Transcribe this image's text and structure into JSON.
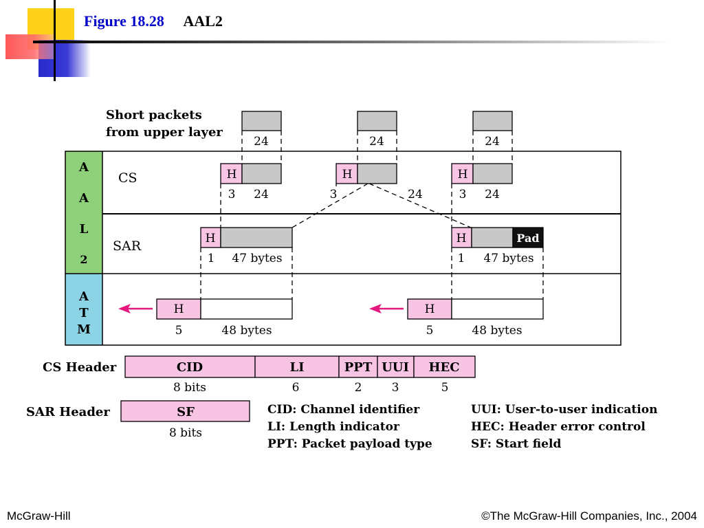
{
  "slide": {
    "figure_label": "Figure 18.28",
    "figure_name": "AAL2",
    "footer_left": "McGraw-Hill",
    "footer_right": "©The McGraw-Hill Companies, Inc., 2004"
  },
  "diagram": {
    "short_packets_line1": "Short packets",
    "short_packets_line2": "from upper layer",
    "aal2_letters": [
      "A",
      "A",
      "L",
      "2"
    ],
    "atm_letters": [
      "A",
      "T",
      "M"
    ],
    "layers": {
      "cs": "CS",
      "sar": "SAR"
    },
    "packet_size": "24",
    "header_symbol": "H",
    "cs_header_size": "3",
    "sar_header_size": "1",
    "sar_payload": "47 bytes",
    "pad_label": "Pad",
    "atm_header_size": "5",
    "atm_payload": "48 bytes"
  },
  "cs_header": {
    "label": "CS Header",
    "fields": [
      "CID",
      "LI",
      "PPT",
      "UUI",
      "HEC"
    ],
    "sizes": [
      "8 bits",
      "6",
      "2",
      "3",
      "5"
    ]
  },
  "sar_header": {
    "label": "SAR Header",
    "field": "SF",
    "size": "8 bits"
  },
  "legend": {
    "col1": [
      "CID: Channel identifier",
      "LI: Length indicator",
      "PPT: Packet payload type"
    ],
    "col2": [
      "UUI: User-to-user indication",
      "HEC: Header error control",
      "SF: Start field"
    ]
  },
  "colors": {
    "aal_band": "#8fd07a",
    "atm_band": "#8dd3e6",
    "header_pink": "#f8c4e4",
    "payload_gray": "#c8c8c8",
    "arrow_magenta": "#e4177e",
    "title_blue": "#0000cc"
  }
}
